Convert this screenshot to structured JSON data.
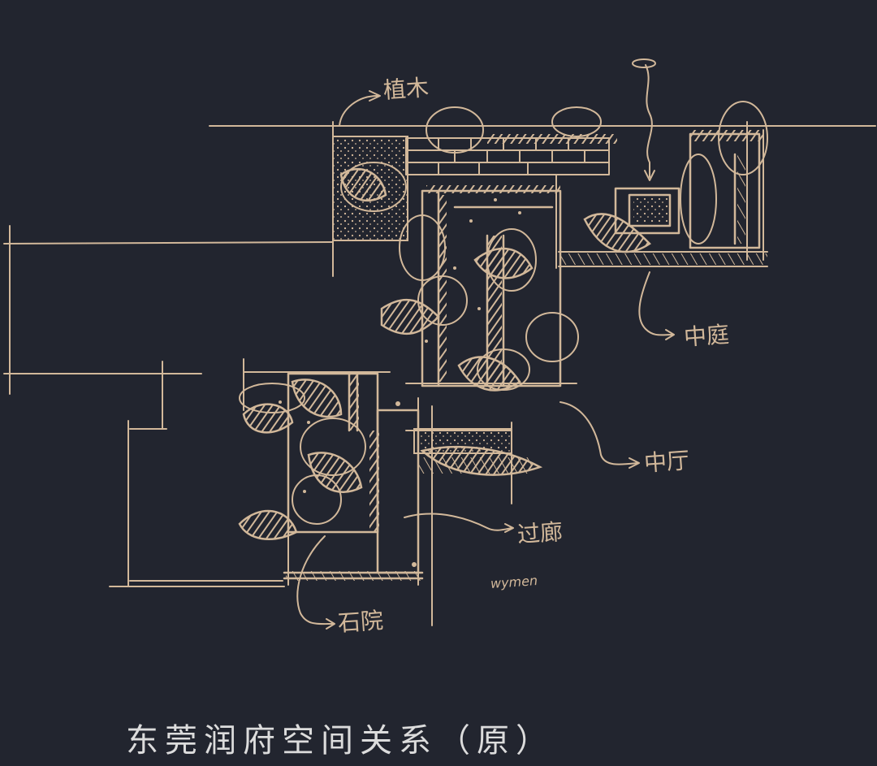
{
  "caption": "东莞润府空间关系（原）",
  "labels": {
    "top_left": "植木",
    "right": "中庭",
    "center": "中厅",
    "lower_center": "过廊",
    "bottom": "石院",
    "signature": "wymen"
  },
  "colors": {
    "background": "#22252f",
    "ink": "#d2b89a",
    "caption": "#dcdcdc"
  }
}
